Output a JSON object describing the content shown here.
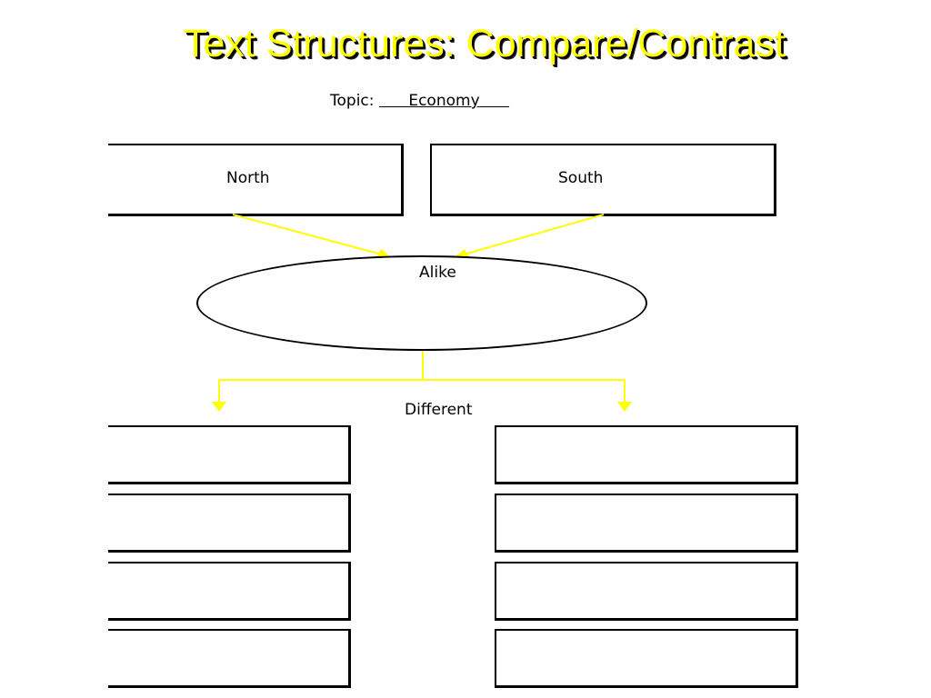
{
  "slide": {
    "title": "Text Structures: Compare/Contrast",
    "topic_label": "Topic:",
    "topic_value": "Economy",
    "left_box_label": "North",
    "right_box_label": "South",
    "alike_label": "Alike",
    "different_label": "Different"
  },
  "colors": {
    "title": "#ffff00",
    "arrows": "#ffff00",
    "outline": "#000000",
    "background": "#ffffff"
  }
}
